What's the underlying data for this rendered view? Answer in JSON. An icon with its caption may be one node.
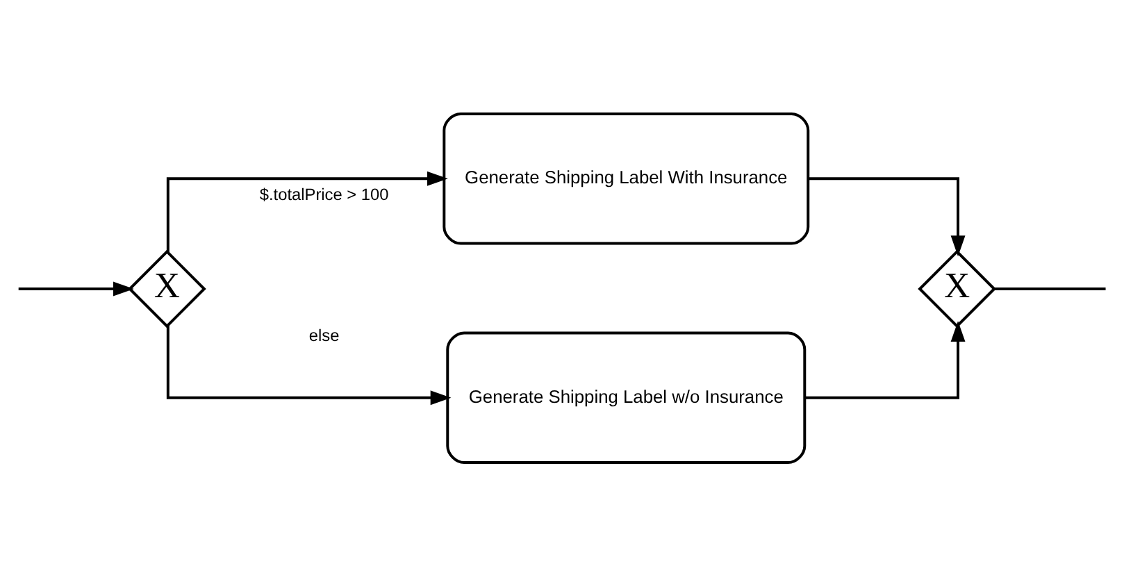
{
  "diagram": {
    "nodes": [
      {
        "text": [
          "X"
        ]
      },
      {
        "text": [
          "Generate Shipping Label With Insurance"
        ]
      },
      {
        "text": [
          "Generate Shipping Label w/o Insurance"
        ]
      },
      {
        "text": [
          "X"
        ]
      }
    ],
    "edges": [
      {
        "from": null,
        "to": 0,
        "arrow": "to"
      },
      {
        "from": 0,
        "to": 1,
        "arrow": "to",
        "label": "$.totalPrice > 100"
      },
      {
        "from": 0,
        "to": 2,
        "arrow": "to",
        "label": "else"
      },
      {
        "from": 1,
        "to": 3,
        "arrow": "to"
      },
      {
        "from": 2,
        "to": 3,
        "arrow": "to"
      },
      {
        "from": 3,
        "to": null,
        "arrow": "none"
      }
    ]
  }
}
